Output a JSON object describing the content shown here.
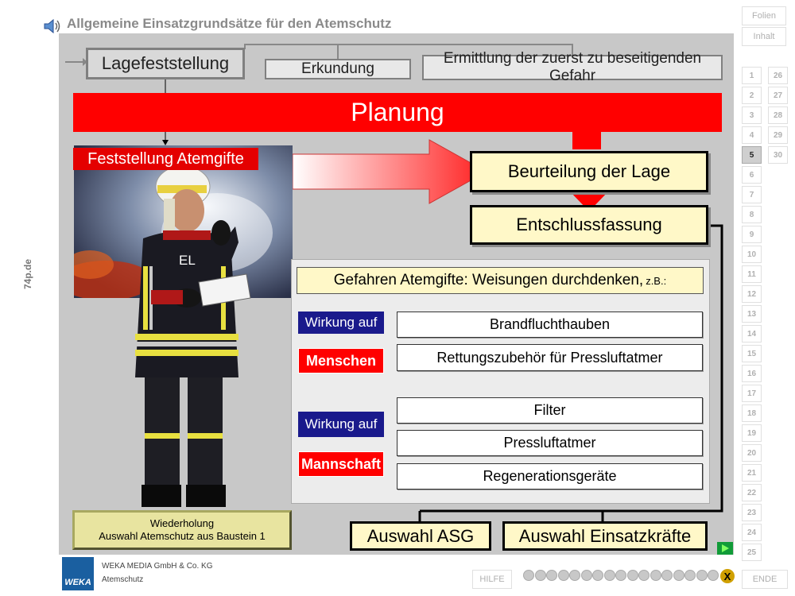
{
  "header": {
    "title": "Allgemeine Einsatzgrundsätze für den Atemschutz"
  },
  "top_row": {
    "lagefeststellung": "Lagefeststellung",
    "erkundung": "Erkundung",
    "ermittlung": "Ermittlung der zuerst zu beseitigenden Gefahr"
  },
  "planung": "Planung",
  "photo": {
    "label": "Feststellung Atemgifte",
    "el_badge": "EL"
  },
  "beurteilung": "Beurteilung der Lage",
  "entschlussfassung": "Entschlussfassung",
  "gefahren": {
    "title": "Gefahren Atemgifte: Weisungen durchdenken,",
    "zb": "z.B.:",
    "groups": [
      {
        "wirkung": "Wirkung auf",
        "target": "Menschen",
        "items": [
          "Brandfluchthauben",
          "Rettungszubehör für Pressluftatmer"
        ]
      },
      {
        "wirkung": "Wirkung auf",
        "target": "Mannschaft",
        "items": [
          "Filter",
          "Pressluftatmer",
          "Regenerationsgeräte"
        ]
      }
    ]
  },
  "wiederholung": {
    "line1": "Wiederholung",
    "line2": "Auswahl Atemschutz aus Baustein 1"
  },
  "outputs": {
    "asg": "Auswahl ASG",
    "einsatzkraefte": "Auswahl Einsatzkräfte"
  },
  "nav": {
    "folien": "Folien",
    "inhalt": "Inhalt",
    "pages_left": [
      "1",
      "2",
      "3",
      "4",
      "5",
      "6",
      "7",
      "8",
      "9",
      "10",
      "11",
      "12",
      "13",
      "14",
      "15",
      "16",
      "17",
      "18",
      "19",
      "20",
      "21",
      "22",
      "23",
      "24",
      "25"
    ],
    "pages_right": [
      "26",
      "27",
      "28",
      "29",
      "30"
    ],
    "active_page": "5"
  },
  "footer": {
    "logo": "WEKA",
    "company": "WEKA MEDIA GmbH & Co. KG",
    "product": "Atemschutz",
    "hilfe": "HILFE",
    "ende": "ENDE",
    "close": "X",
    "side_label": "74p.de"
  },
  "colors": {
    "planung_red": "#ff0000",
    "wirkung_blue": "#1a1a8c",
    "yellow_box": "#fff8c8",
    "slide_gray": "#c8c8c8"
  }
}
